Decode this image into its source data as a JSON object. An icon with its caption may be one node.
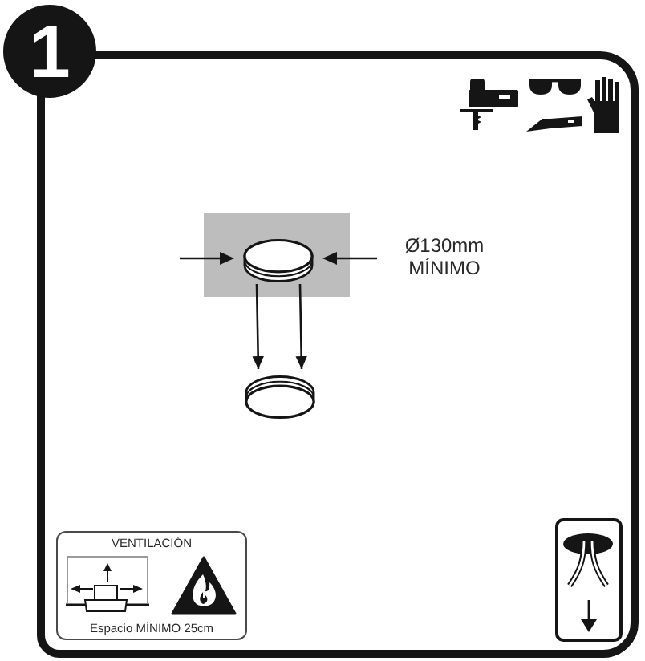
{
  "diagram": {
    "nodes": [
      {
        "text": [
          "1"
        ]
      },
      {
        "text": [],
        "shape": "circle"
      },
      {
        "text": [],
        "shape": "circle"
      },
      {
        "text": [
          "VENTILACIÓN",
          "Espacio MÍNIMO 25cm"
        ]
      }
    ],
    "edges": [
      {
        "from": 1,
        "to": 2,
        "arrow": "to"
      },
      {
        "from": 1,
        "to": 2,
        "arrow": "to"
      }
    ],
    "labels": [
      "Ø130mm MÍNIMO"
    ]
  }
}
